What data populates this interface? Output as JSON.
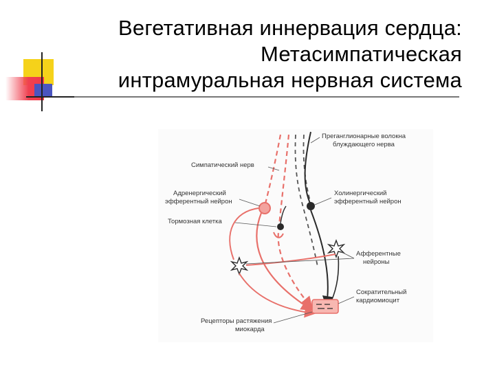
{
  "title": {
    "line1": "Вегетативная иннервация сердца:",
    "line2": "Метасимпатическая",
    "line3": "интрамуральная нервная система"
  },
  "diagram": {
    "labels": {
      "pre_line1": "Преганглионарные волокна",
      "pre_line2": "блуждающего нерва",
      "sympathetic": "Симпатический нерв",
      "adrenergic_line1": "Адренергический",
      "adrenergic_line2": "эфферентный нейрон",
      "cholinergic_line1": "Холинергический",
      "cholinergic_line2": "эфферентный нейрон",
      "inhibitory": "Тормозная клетка",
      "afferent_line1": "Афферентные",
      "afferent_line2": "нейроны",
      "cardio_line1": "Сократительный",
      "cardio_line2": "кардиомиоцит",
      "receptors_line1": "Рецепторы растяжения",
      "receptors_line2": "миокарда"
    }
  },
  "colors": {
    "accent_yellow": "#f5d21a",
    "accent_red": "#ef3a48",
    "accent_blue": "#4a55c0",
    "sympathetic_red": "#e8706a",
    "vagal_dark": "#2a2a2a"
  }
}
